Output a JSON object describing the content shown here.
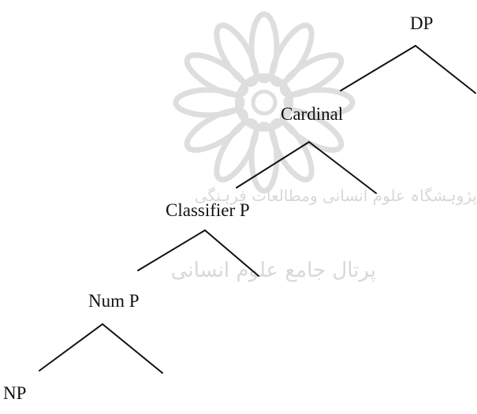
{
  "diagram": {
    "nodes": {
      "dp": "DP",
      "cardinal": "Cardinal",
      "classifier_p": "Classifier P",
      "num_p": "Num P",
      "np": "NP"
    }
  },
  "watermark": {
    "line1": "پژوہشگاہ علوم انسانی ومطالعات فرہنگی",
    "line2": "پرتال جامع علوم انسانی"
  },
  "colors": {
    "ink": "#111111",
    "watermark": "#d8d8d8"
  }
}
